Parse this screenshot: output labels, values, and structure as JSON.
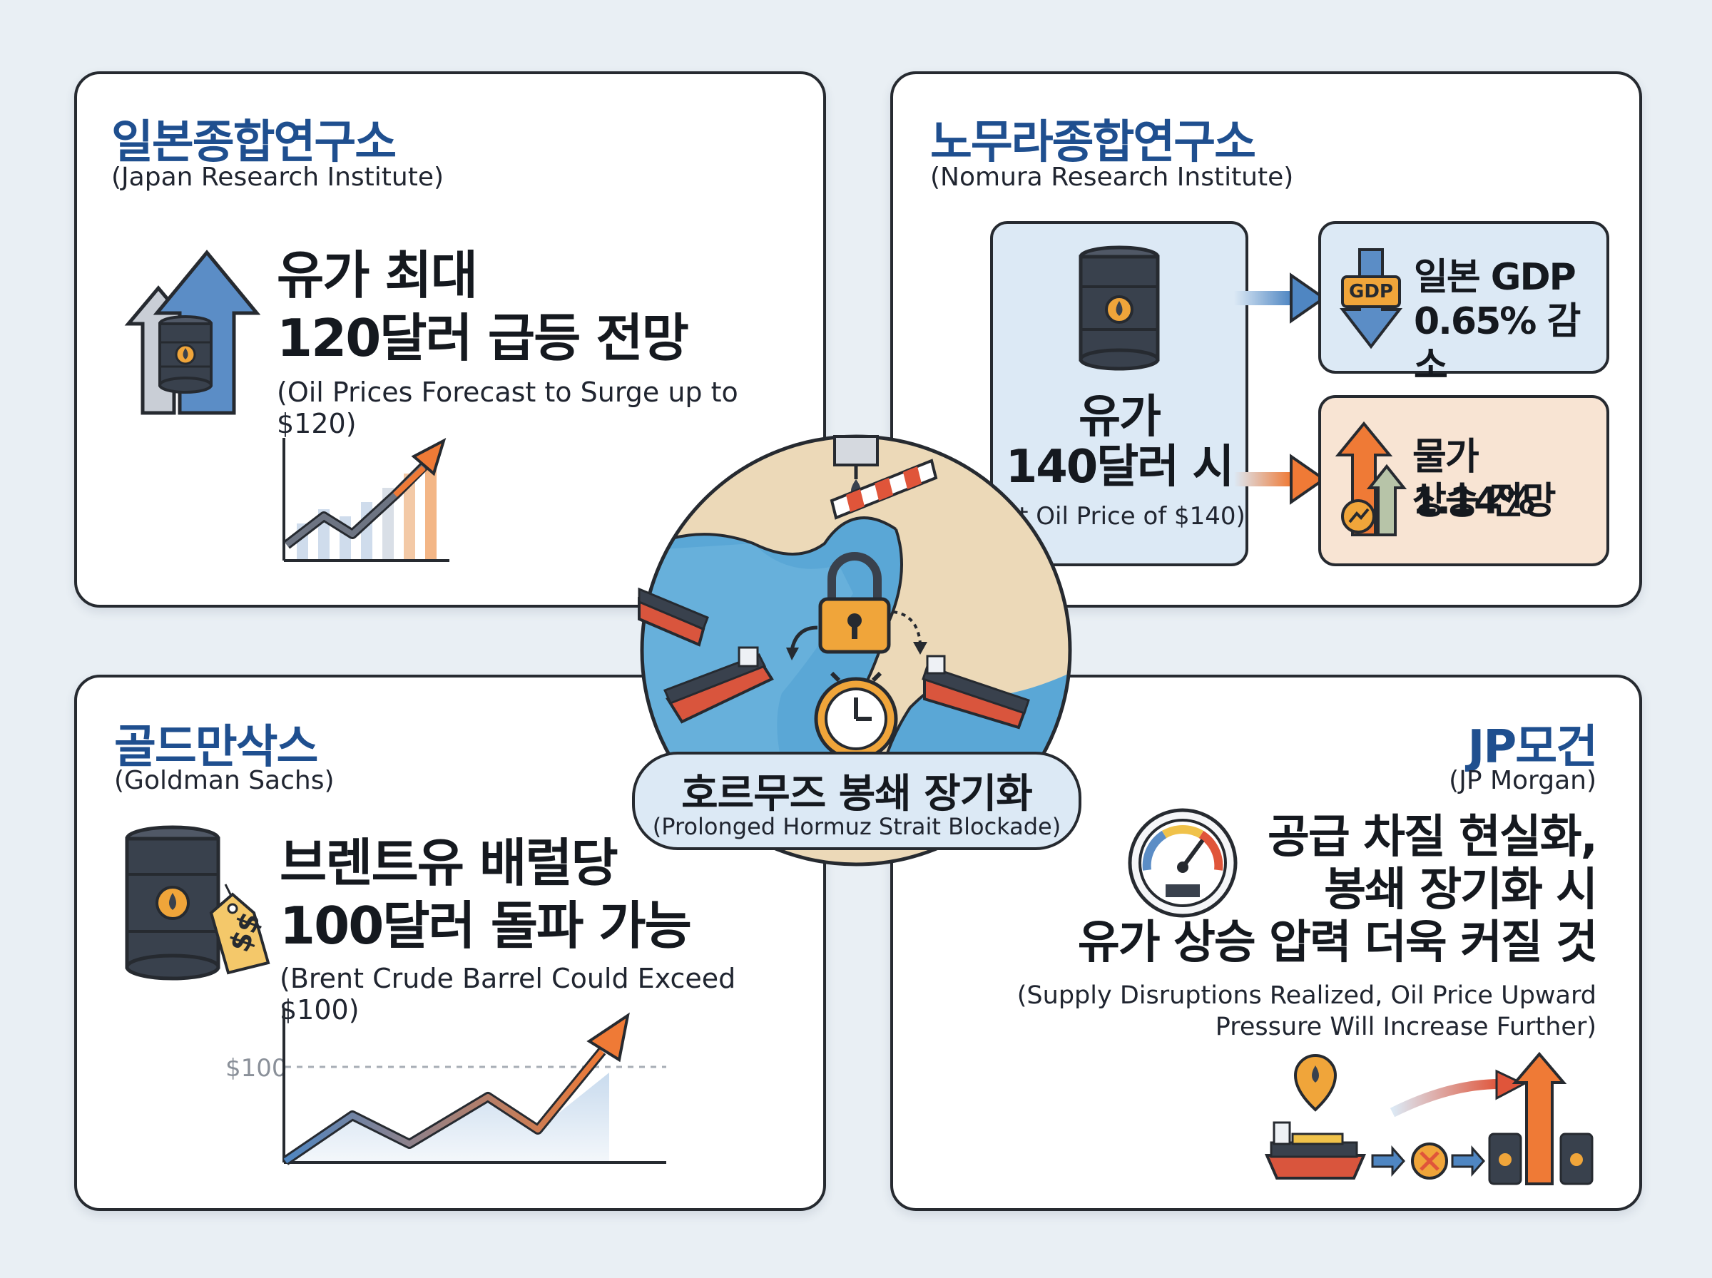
{
  "center": {
    "title_ko": "호르무즈 봉쇄 장기화",
    "title_en": "(Prolonged Hormuz Strait Blockade)"
  },
  "jri": {
    "name_ko": "일본종합연구소",
    "name_en": "(Japan Research Institute)",
    "headline_line1": "유가 최대",
    "headline_line2": "120달러 급등 전망",
    "subtitle": "(Oil Prices Forecast to Surge up to $120)"
  },
  "nri": {
    "name_ko": "노무라종합연구소",
    "name_en": "(Nomura Research Institute)",
    "condition_line1": "유가",
    "condition_line2": "140달러 시",
    "condition_en": "(At Oil Price of $140)",
    "gdp_badge": "GDP",
    "gdp_line1": "일본 GDP",
    "gdp_line2": "0.65% 감소",
    "price_line1": "물가 1.14%",
    "price_line2": "상승 전망"
  },
  "gs": {
    "name_ko": "골드만삭스",
    "name_en": "(Goldman Sachs)",
    "headline_line1": "브렌트유 배럴당",
    "headline_line2": "100달러 돌파 가능",
    "subtitle": "(Brent Crude Barrel Could Exceed $100)",
    "price_tag": "$$",
    "chart_label": "$100"
  },
  "jpm": {
    "name_ko": "JP모건",
    "name_en": "(JP Morgan)",
    "headline_line1": "공급 차질 현실화,",
    "headline_line2": "봉쇄 장기화 시",
    "headline_line3": "유가 상승 압력 더욱 커질 것",
    "subtitle_line1": "(Supply Disruptions Realized, Oil Price Upward",
    "subtitle_line2": "Pressure Will Increase Further)"
  },
  "colors": {
    "institution_blue": "#1f4f8f",
    "arrow_orange": "#ef7a36",
    "arrow_blue": "#4f86c2",
    "barrel_dark": "#39414d",
    "lock_gold": "#f0a53a",
    "sea_blue": "#5aa7d6",
    "land_tan": "#ecd9b8"
  },
  "icons": [
    "up-arrow-icon",
    "oil-barrel-icon",
    "trend-chart-icon",
    "lock-icon",
    "clock-icon",
    "tanker-ship-icon",
    "gauge-icon",
    "price-tag-icon",
    "gdp-down-arrow-icon",
    "price-up-arrow-icon",
    "blocked-x-icon",
    "oil-drop-pin-icon"
  ]
}
